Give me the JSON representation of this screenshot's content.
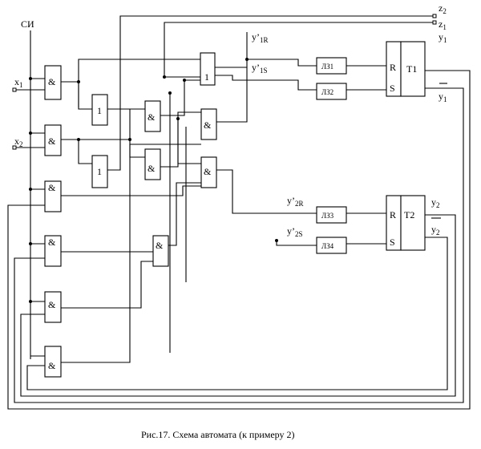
{
  "signals": {
    "clock": "СИ",
    "x1": "x",
    "x1_sub": "1",
    "x2": "x",
    "x2_sub": "2",
    "z2": "z",
    "z2_sub": "2",
    "z1": "z",
    "z1_sub": "1",
    "y1": "y",
    "y1_sub": "1",
    "y1n": "y",
    "y1n_sub": "1",
    "y2": "y",
    "y2_sub": "2",
    "y2n": "y",
    "y2n_sub": "2",
    "y1R": "y’",
    "y1R_sub": "1R",
    "y1S": "y’",
    "y1S_sub": "1S",
    "y2R": "y’",
    "y2R_sub": "2R",
    "y2S": "y’",
    "y2S_sub": "2S"
  },
  "gates": {
    "and_symbol": "&",
    "or_symbol": "1"
  },
  "delays": [
    "ЛЗ1",
    "ЛЗ2",
    "ЛЗ3",
    "ЛЗ4"
  ],
  "triggers": [
    {
      "name": "T1",
      "r": "R",
      "s": "S"
    },
    {
      "name": "T2",
      "r": "R",
      "s": "S"
    }
  ],
  "caption": "Рис.17. Схема автомата (к примеру 2)"
}
